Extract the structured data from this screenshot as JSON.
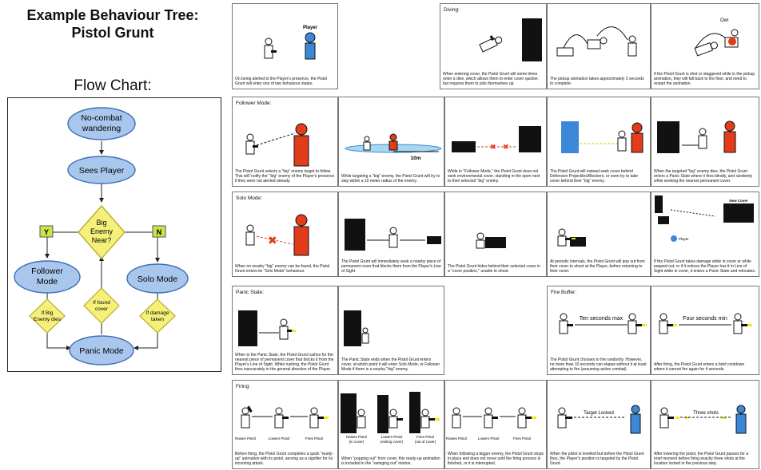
{
  "title_line1": "Example Behaviour Tree:",
  "title_line2": "Pistol Grunt",
  "flow_heading": "Flow Chart:",
  "flow": {
    "no_combat": [
      "No-combat",
      "wandering"
    ],
    "sees_player": "Sees Player",
    "big_enemy": [
      "Big",
      "Enemy",
      "Near?"
    ],
    "yes": "Y",
    "no": "N",
    "follower": [
      "Follower",
      "Mode"
    ],
    "solo": "Solo Mode",
    "if_big_dies": [
      "If Big",
      "Enemy dies"
    ],
    "if_found_cover": [
      "If found",
      "cover"
    ],
    "if_damage": [
      "If damage",
      "taken"
    ],
    "panic": "Panic Mode"
  },
  "colors": {
    "node_fill": "#a9c7ec",
    "node_stroke": "#3d6fb3",
    "diamond_fill": "#f5f07a",
    "diamond_stroke": "#b5ad2a",
    "yn_fill": "#cfe24a",
    "enemy_red": "#e23c1a",
    "player_blue": "#3c88d8",
    "muzzle": "#f6e61c"
  },
  "rows": {
    "intro": {
      "player": "Player",
      "caption": "On being alerted to the Player's presence, the Pistol Grunt will enter one of two behaviour states:"
    },
    "diving": {
      "label": "Diving:",
      "p1": "When entering cover, the Pistol Grunt will some times enter a dive, which allows them to enter cover quicker, but requires them to pick themselves up.",
      "p2": "The pickup animation takes approximately 3 seconds to complete.",
      "p3": "If the Pistol Grunt is shot or staggered while in the pickup animation, they will fall back to the floor, and need to restart the animation.",
      "ow": "Ow!"
    },
    "follower": {
      "label": "Follower Mode:",
      "p1": "The Pistol Grunt selects a \"big\" enemy target to follow. This will 'notify the' \"big\" enemy of the Player's presence if they were not alerted already.",
      "p2": "While targeting a \"big\" enemy, the Pistol Grunt will try to stay within a 10 meter radius of the enemy.",
      "distance": "10m",
      "p3": "While in \"Follower Mode,\" the Pistol Grunt does not seek environmental cover, standing in the open next to their selected \"big\" enemy.",
      "p4": "The Pistol Grunt will instead seek cover behind Defensive Projectiles/Blockers, or even try to take cover behind their \"big\" enemy.",
      "p5": "When the targeted \"big\" enemy dies, the Pistol Grunt enters a Panic State where it fires blindly, and randomly while seeking the nearest permanent cover."
    },
    "solo": {
      "label": "Solo Mode:",
      "p1": "When no nearby \"big\" enemy can be found, the Pistol Grunt enters its \"Solo Mode\" behaviour.",
      "p2": "The Pistol Grunt will immediately seek a nearby piece of permanent cover that blocks them from the Player's Line of Sight.",
      "p3": "The Pistol Grunt hides behind their selected cover in a \"cover position,\" unable to shoot.",
      "p4": "At periodic intervals, the Pistol Grunt will pop out from their cover to shoot at the Player, before returning to their cover.",
      "p5": "If the Pistol Grunt takes damage while in cover or while popped out, or if it notices the Player has it in Line of Sight while in cover, it enters a Panic State and relocates.",
      "new_cover": "New Cover",
      "player": "Player"
    },
    "panic": {
      "label": "Panic State:",
      "p1": "When in the Panic State, the Pistol Grunt rushes for the nearest piece of permanent cover that blocks it from the Player's Line of Sight. While rushing, the Pistol Grunt fires inaccurately in the general direction of the Player.",
      "p2": "The Panic State ends when the Pistol Grunt enters cover, at which point it will enter Solo Mode, or Follower Mode if there is a nearby \"big\" enemy."
    },
    "firebuffer": {
      "label": "Fire Buffer:",
      "p1": "The Pistol Grunt chooses to fire randomly. However, no more than 10 seconds can elapse without it at least attempting to fire (assuming active combat).",
      "ten": "Ten seconds max",
      "p2": "After firing, the Pistol Grunt enters a brief cooldown where it cannot fire again for 4 seconds.",
      "four": "Four seconds min"
    },
    "firing": {
      "label": "Firing:",
      "raises": "Raises Pistol",
      "lowers": "Lowers Pistol",
      "fires": "Fires Pistol",
      "raises_cover": [
        "Raises Pistol",
        "(in cover)"
      ],
      "lowers_exit": [
        "Lowers Pistol",
        "(exiting cover)"
      ],
      "fires_out": [
        "Fires Pistol",
        "(out of cover)"
      ],
      "p1": "Before firing, the Pistol Grunt completes a quick \"ready-up\" animation with its pistol, serving as a signifier for its incoming attack.",
      "p2": "When \"popping out\" from cover, this ready-up animation is included in the \"swinging out\" motion.",
      "p3": "When following a bigger enemy, the Pistol Grunt stops in place and does not move until the firing process is finished, or it is interrupted.",
      "p4": "When the pistol is levelled but before the Pistol Grunt fires, the Player's position is targeted by the Pistol Grunt.",
      "locked": "Target Locked",
      "p5": "After lowering the pistol, the Pistol Grunt pauses for a brief moment before firing exactly three shots at the location locked in the previous step.",
      "three": "Three shots"
    }
  }
}
